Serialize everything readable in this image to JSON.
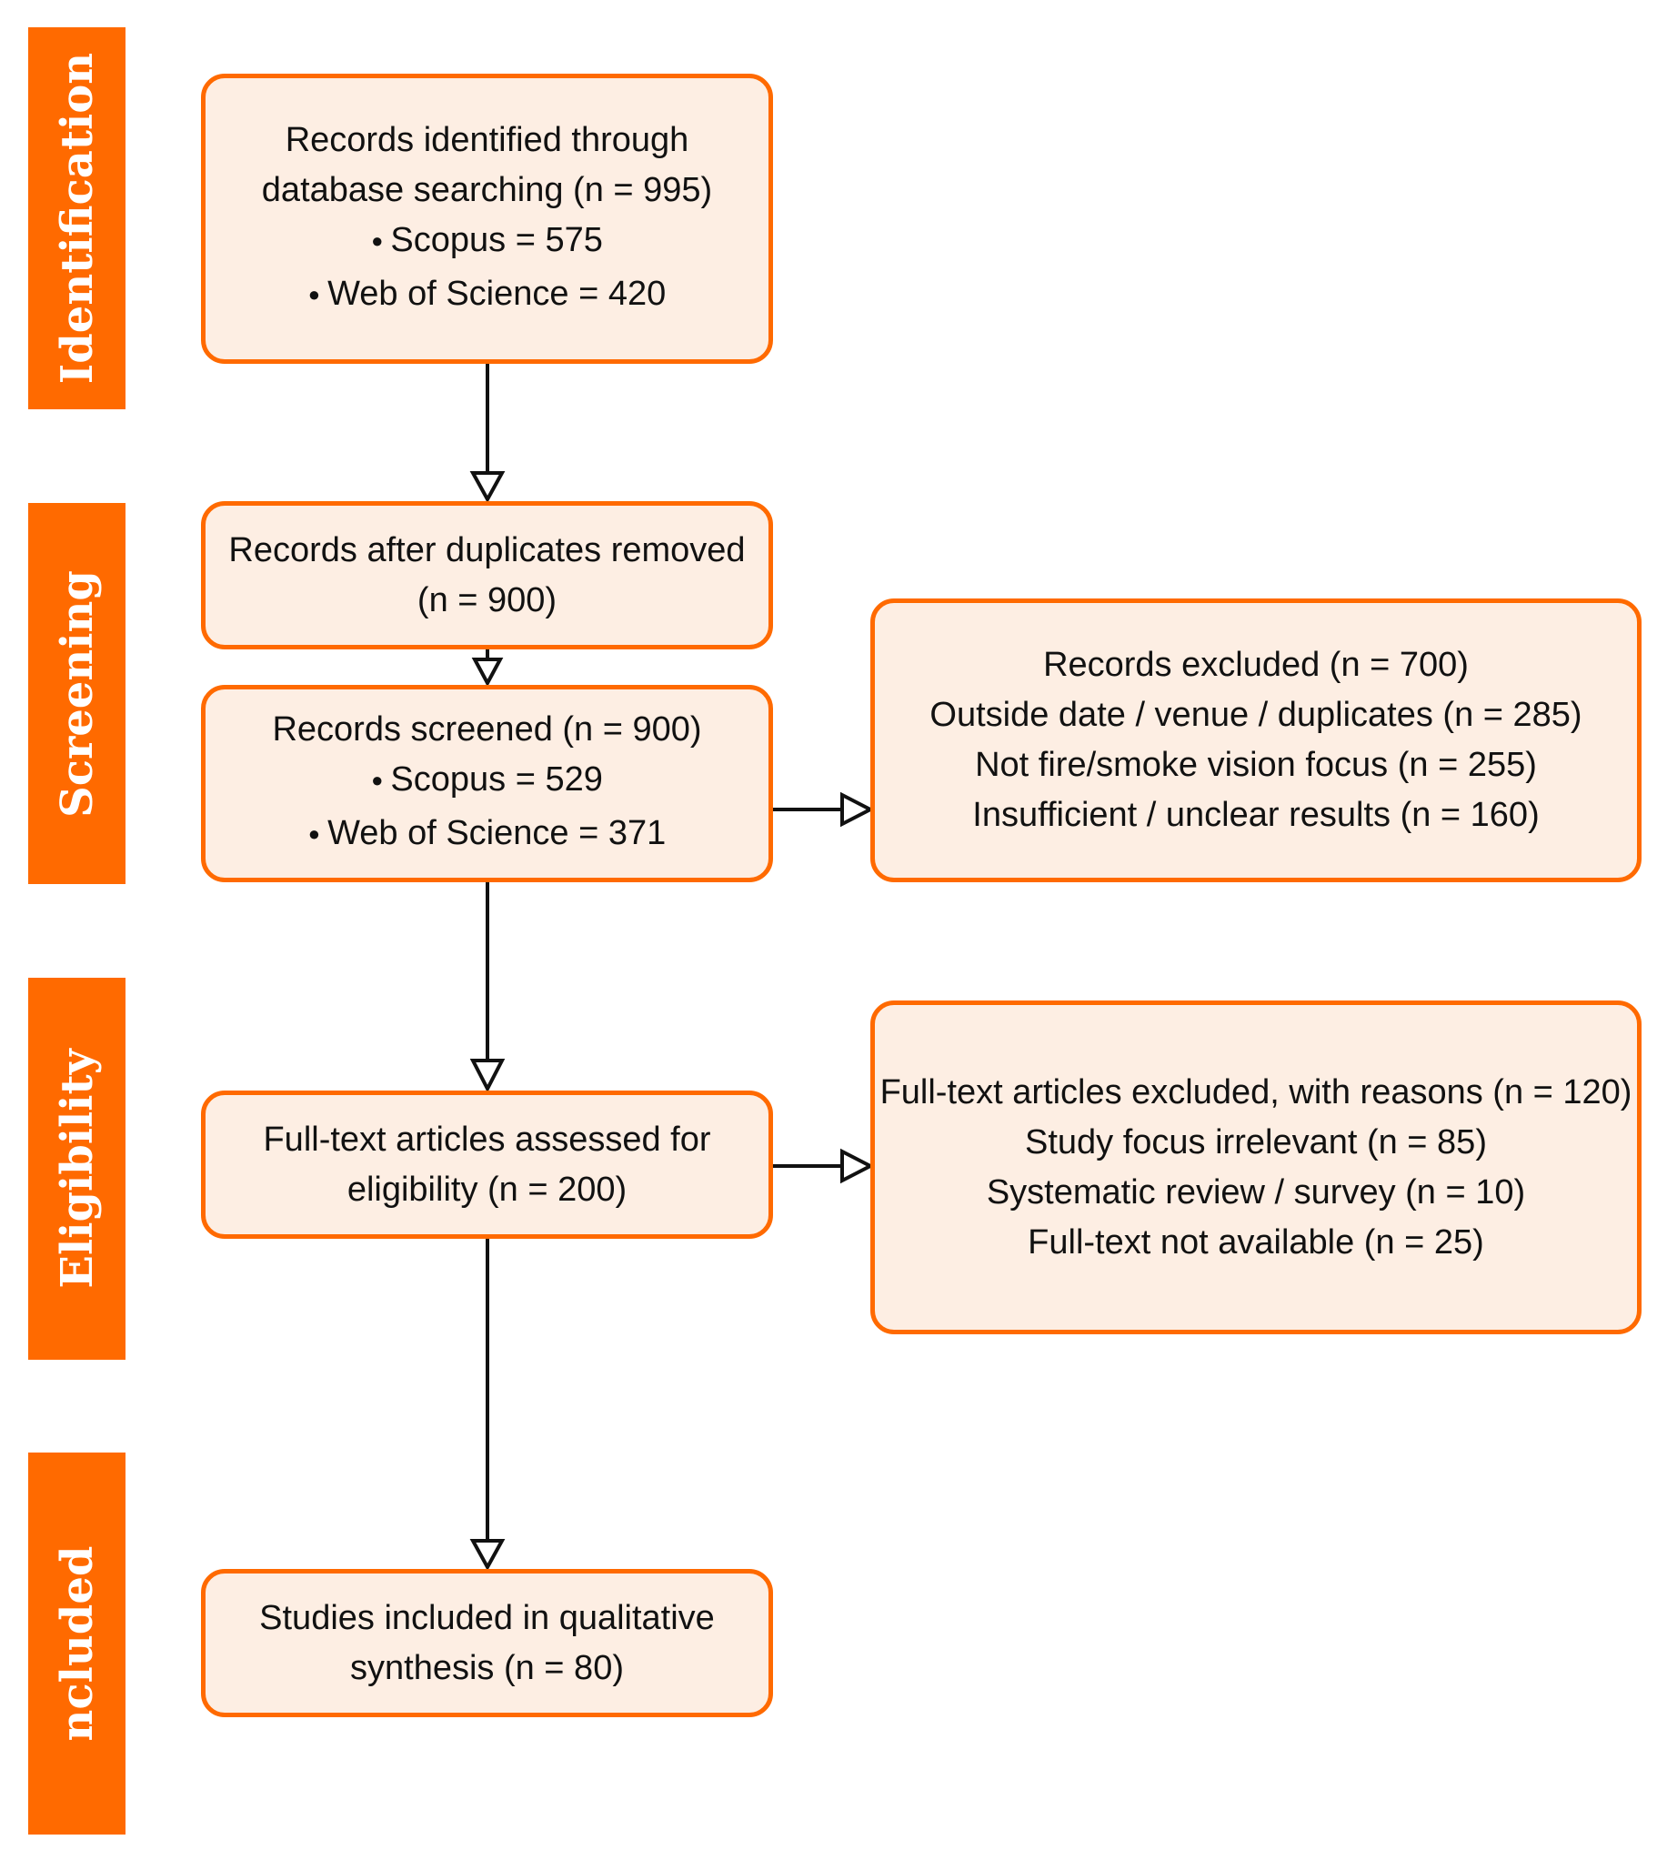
{
  "stages": [
    {
      "label": "Identification"
    },
    {
      "label": "Screening"
    },
    {
      "label": "Eligibility"
    },
    {
      "label": "ncluded"
    }
  ],
  "boxes": {
    "identified": {
      "lines": [
        "Records identified through",
        "database searching (n = 995)"
      ],
      "bullets": [
        "Scopus = 575",
        "Web of Science = 420"
      ]
    },
    "deduplicated": {
      "lines": [
        "Records after duplicates removed",
        "(n = 900)"
      ]
    },
    "screened": {
      "lines": [
        "Records screened (n = 900)"
      ],
      "bullets": [
        "Scopus = 529",
        "Web of Science = 371"
      ]
    },
    "excluded": {
      "lines": [
        "Records excluded (n = 700)",
        "Outside date / venue / duplicates (n = 285)",
        "Not fire/smoke vision focus (n = 255)",
        "Insufficient / unclear results (n = 160)"
      ]
    },
    "eligibility": {
      "lines": [
        "Full-text articles assessed for",
        "eligibility (n = 200)"
      ]
    },
    "fulltext_excluded": {
      "lines": [
        "Full-text articles excluded, with reasons (n = 120)",
        "Study focus irrelevant (n = 85)",
        "Systematic review / survey (n = 10)",
        "Full-text not available (n = 25)"
      ]
    },
    "included": {
      "lines": [
        "Studies included in qualitative",
        "synthesis (n = 80)"
      ]
    }
  },
  "colors": {
    "accent": "#ff6a00",
    "box_fill": "#fdeee3",
    "text": "#111111",
    "arrow": "#111111"
  }
}
